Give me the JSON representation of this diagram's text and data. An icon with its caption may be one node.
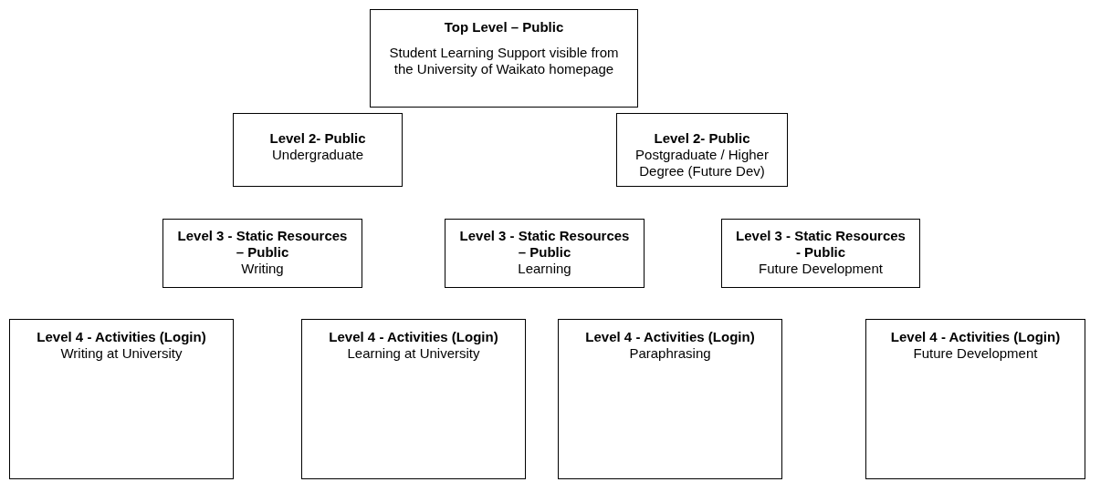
{
  "diagram": {
    "nodes": [
      {
        "text": [
          "Top Level – Public",
          "Student Learning Support visible from the University of Waikato homepage"
        ]
      },
      {
        "text": [
          "Level 2- Public",
          "Undergraduate"
        ]
      },
      {
        "text": [
          "Level 2- Public",
          "Postgraduate / Higher Degree (Future Dev)"
        ]
      },
      {
        "text": [
          "Level 3 - Static Resources – Public",
          "Writing"
        ]
      },
      {
        "text": [
          "Level 3 - Static Resources – Public",
          "Learning"
        ]
      },
      {
        "text": [
          "Level 3 - Static Resources - Public",
          "Future Development"
        ]
      },
      {
        "text": [
          "Level 4 - Activities (Login)",
          "Writing at University"
        ]
      },
      {
        "text": [
          "Level 4 - Activities (Login)",
          "Learning at University"
        ]
      },
      {
        "text": [
          "Level 4 - Activities (Login)",
          "Paraphrasing"
        ]
      },
      {
        "text": [
          "Level 4 - Activities (Login)",
          "Future Development"
        ]
      }
    ]
  }
}
